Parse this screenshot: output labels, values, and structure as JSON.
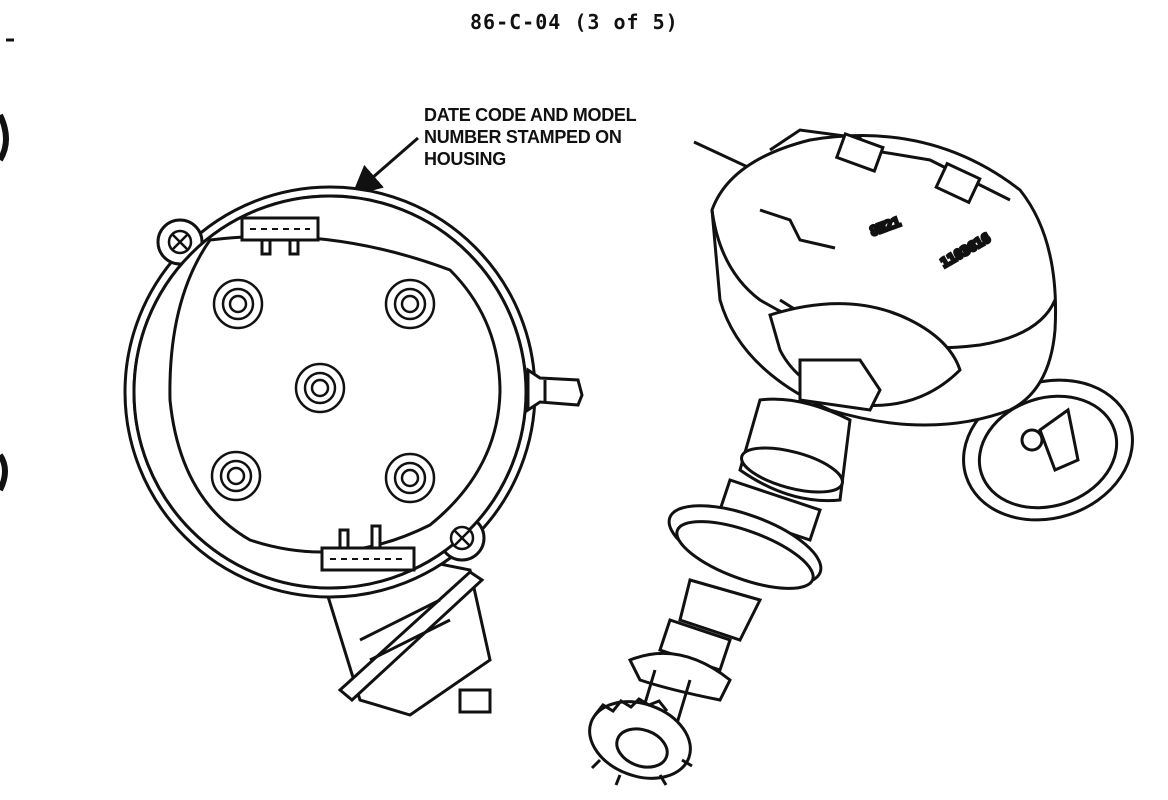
{
  "header": {
    "figure_id": "86-C-04 (3 of 5)"
  },
  "callout": {
    "lines": [
      "DATE CODE AND MODEL",
      "NUMBER STAMPED ON",
      "HOUSING"
    ]
  },
  "housing_stamps": {
    "date_code": "8H21",
    "model_number": "1103616"
  },
  "colors": {
    "ink": "#111111",
    "paper": "#ffffff"
  }
}
